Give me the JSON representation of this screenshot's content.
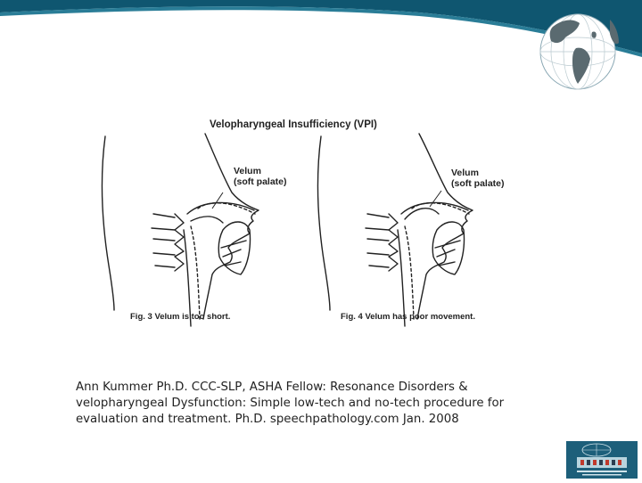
{
  "slide": {
    "band_color": "#0f5670",
    "accent_color": "#1d6e87"
  },
  "figure": {
    "title": "Velopharyngeal Insufficiency (VPI)",
    "panels": [
      {
        "velum_line1": "Velum",
        "velum_line2": "(soft palate)",
        "caption": "Fig. 3  Velum is too short."
      },
      {
        "velum_line1": "Velum",
        "velum_line2": "(soft palate)",
        "caption": "Fig. 4  Velum has poor movement."
      }
    ]
  },
  "citation": {
    "line1": "Ann Kummer Ph.D. CCC-SLP, ASHA Fellow: Resonance Disorders &",
    "line2": "velopharyngeal Dysfunction: Simple low-tech and no-tech procedure for",
    "line3": "evaluation and treatment. Ph.D. speechpathology.com  Jan. 2008"
  },
  "icons": {
    "globe": "globe-icon",
    "logo": "organization-logo"
  }
}
